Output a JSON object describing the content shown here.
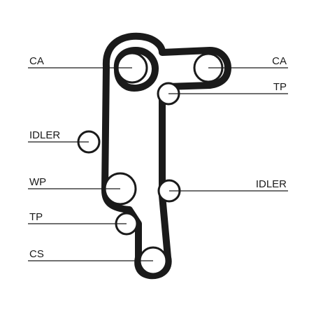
{
  "labels": {
    "cam_left": "CA",
    "cam_right": "CA",
    "tensioner_upper": "TP",
    "idler_left": "IDLER",
    "water_pump": "WP",
    "idler_right": "IDLER",
    "tensioner_lower": "TP",
    "crankshaft": "CS"
  },
  "colors": {
    "ink": "#1a1a1a",
    "background": "#ffffff"
  }
}
